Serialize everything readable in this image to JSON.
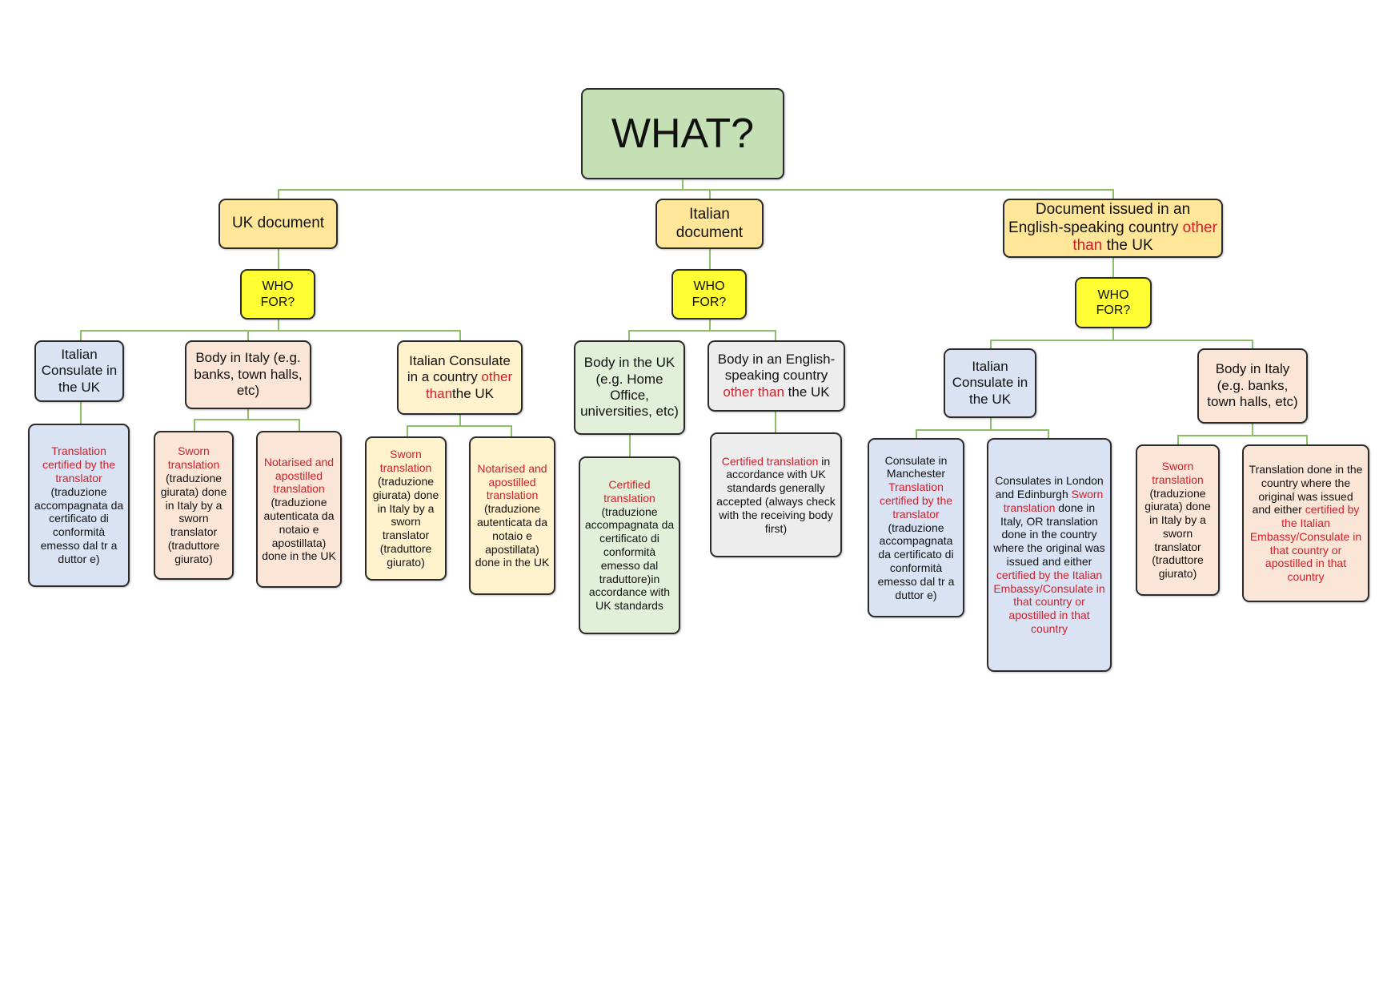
{
  "root": {
    "label": "WHAT?"
  },
  "colors": {
    "accent_red": "#d0202a",
    "connector": "#8cbf6a"
  },
  "nodes": {
    "uk_doc": [
      {
        "t": "UK document"
      }
    ],
    "it_doc": [
      {
        "t": "Italian document"
      }
    ],
    "en_doc": [
      {
        "t": "Document issued in an English-speaking country "
      },
      {
        "t": "other than",
        "red": true
      },
      {
        "t": " the UK"
      }
    ],
    "who1": [
      {
        "t": "WHO FOR?"
      }
    ],
    "who2": [
      {
        "t": "WHO FOR?"
      }
    ],
    "who3": [
      {
        "t": "WHO FOR?"
      }
    ],
    "a_cons": [
      {
        "t": "Italian Consulate in the UK"
      }
    ],
    "a_italy": [
      {
        "t": "Body in Italy (e.g. banks, town halls, etc)"
      }
    ],
    "a_other": [
      {
        "t": "Italian Consulate in a country "
      },
      {
        "t": "other than",
        "red": true
      },
      {
        "t": "the UK"
      }
    ],
    "a_cons_leaf": [
      {
        "t": "Translation certified by the translator",
        "red": true
      },
      {
        "t": " (traduzione accompagnata da certificato di conformità emesso dal tr a duttor e)"
      }
    ],
    "a_sworn": [
      {
        "t": "Sworn translation",
        "red": true
      },
      {
        "t": " (traduzione giurata) done in Italy by a sworn translator (traduttore giurato)"
      }
    ],
    "a_notar": [
      {
        "t": "Notarised and apostilled translation",
        "red": true
      },
      {
        "t": " (traduzione autenticata da notaio e apostillata) done in the UK"
      }
    ],
    "a_sworn2": [
      {
        "t": "Sworn translation",
        "red": true
      },
      {
        "t": " (traduzione giurata) done in Italy by a sworn translator (traduttore giurato)"
      }
    ],
    "a_notar2": [
      {
        "t": "Notarised and apostilled translation",
        "red": true
      },
      {
        "t": " (traduzione autenticata da notaio e apostillata) done in the UK"
      }
    ],
    "b_uk": [
      {
        "t": "Body in the UK (e.g. Home Office, universities, etc)"
      }
    ],
    "b_en": [
      {
        "t": "Body in an English-speaking country "
      },
      {
        "t": "other than",
        "red": true
      },
      {
        "t": " the UK"
      }
    ],
    "b_uk_leaf": [
      {
        "t": "Certified translation",
        "red": true
      },
      {
        "t": " (traduzione accompagnata da certificato di conformità emesso dal traduttore)in accordance with UK standards"
      }
    ],
    "b_en_leaf": [
      {
        "t": "Certified translation",
        "red": true
      },
      {
        "t": " in accordance with UK standards generally accepted (always check with the receiving body first)"
      }
    ],
    "c_cons": [
      {
        "t": "Italian Consulate in the UK"
      }
    ],
    "c_italy": [
      {
        "t": "Body in Italy (e.g. banks, town halls, etc)"
      }
    ],
    "c_manc": [
      {
        "t": "Consulate in Manchester "
      },
      {
        "t": "Translation certified by the translator",
        "red": true
      },
      {
        "t": " (traduzione accompagnata da certificato di conformità emesso dal tr a duttor e)"
      }
    ],
    "c_lond": [
      {
        "t": "Consulates in London and Edinburgh "
      },
      {
        "t": "Sworn translation",
        "red": true
      },
      {
        "t": " done in Italy, OR translation done in the country where the original was issued and either "
      },
      {
        "t": "certified by the Italian Embassy/Consulate in that country or apostilled in that country",
        "red": true
      }
    ],
    "c_sworn": [
      {
        "t": "Sworn translation",
        "red": true
      },
      {
        "t": " (traduzione giurata) done in Italy by a sworn translator (traduttore giurato)"
      }
    ],
    "c_done": [
      {
        "t": "Translation done in the country where the original was issued and either "
      },
      {
        "t": "certified by the Italian Embassy/Consulate in that country or apostilled in that country",
        "red": true
      }
    ]
  }
}
